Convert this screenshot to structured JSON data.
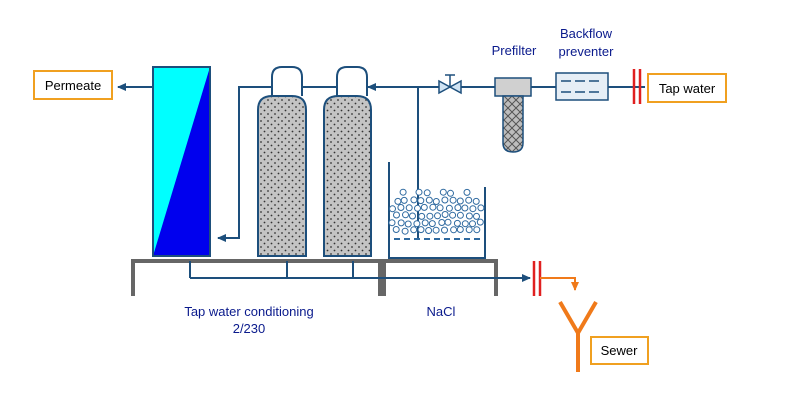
{
  "labels": {
    "permeate": "Permeate",
    "tap_water": "Tap water",
    "sewer": "Sewer",
    "prefilter": "Prefilter",
    "backflow_line1": "Backflow",
    "backflow_line2": "preventer",
    "conditioning_line1": "Tap water conditioning",
    "conditioning_line2": "2/230",
    "nacl": "NaCl"
  },
  "colors": {
    "pipe": "#1d4f7c",
    "label_text": "#0a1a8c",
    "box_border": "#f0a020",
    "valve_red": "#e02020",
    "sewer_orange": "#f07a1a",
    "membrane_cyan": "#00ffff",
    "membrane_blue": "#0000ee",
    "tank_fill": "#c8c8c8",
    "frame": "#666666"
  }
}
